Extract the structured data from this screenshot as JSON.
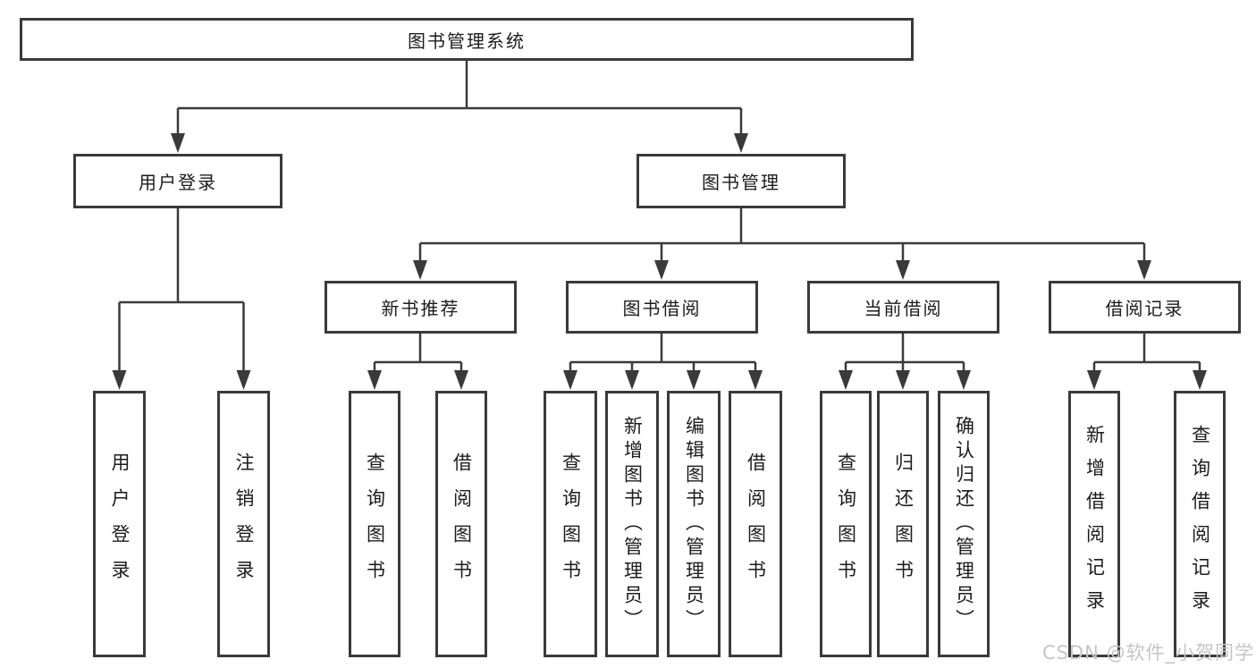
{
  "tree": {
    "root": {
      "label": "图书管理系统",
      "children": [
        {
          "label": "用户登录",
          "children": [
            {
              "label": "用户登录"
            },
            {
              "label": "注销登录"
            }
          ]
        },
        {
          "label": "图书管理",
          "children": [
            {
              "label": "新书推荐",
              "children": [
                {
                  "label": "查询图书"
                },
                {
                  "label": "借阅图书"
                }
              ]
            },
            {
              "label": "图书借阅",
              "children": [
                {
                  "label": "查询图书"
                },
                {
                  "label": "新增图书（管理员）"
                },
                {
                  "label": "编辑图书（管理员）"
                },
                {
                  "label": "借阅图书"
                }
              ]
            },
            {
              "label": "当前借阅",
              "children": [
                {
                  "label": "查询图书"
                },
                {
                  "label": "归还图书"
                },
                {
                  "label": "确认归还（管理员）"
                }
              ]
            },
            {
              "label": "借阅记录",
              "children": [
                {
                  "label": "新增借阅记录"
                },
                {
                  "label": "查询借阅记录"
                }
              ]
            }
          ]
        }
      ]
    }
  },
  "watermark": {
    "text": "CSDN @软件_小贺同学"
  },
  "colors": {
    "line": "#3a3a3a",
    "text": "#1c1c1c",
    "watermark": "#c6c6ca",
    "background": "#ffffff"
  }
}
